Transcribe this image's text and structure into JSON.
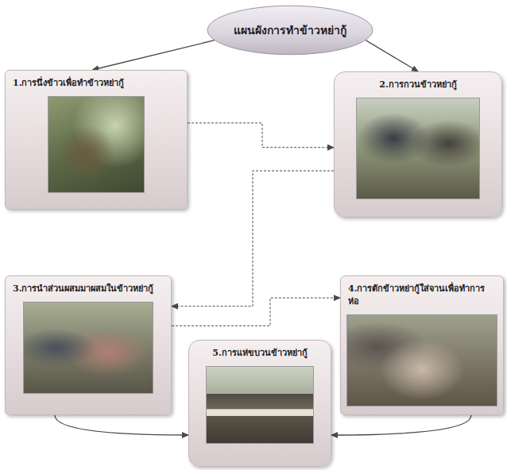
{
  "diagram": {
    "nodes": [
      {
        "text": [
          "แผนผังการทำข้าวหย่ากู้"
        ]
      },
      {
        "text": [
          "1.การนึ่งข้าวเพื่อทำข้าวหย่ากู้"
        ]
      },
      {
        "text": [
          "2.การกวนข้าวหย่ากู้"
        ]
      },
      {
        "text": [
          "3.การนำส่วนผสมมาผสมในข้าวหย่ากู้"
        ]
      },
      {
        "text": [
          "4.การตักข้าวหย่ากู้ใส่จานเพื่อทำการห่อ"
        ]
      },
      {
        "text": [
          "5.การแห่ขบวนข้าวหย่ากู้"
        ]
      }
    ],
    "edges": [
      {
        "from": 0,
        "to": 1,
        "arrow": "to"
      },
      {
        "from": 0,
        "to": 2,
        "arrow": "to"
      },
      {
        "from": 1,
        "to": 2,
        "arrow": "to"
      },
      {
        "from": 2,
        "to": 3,
        "arrow": "to"
      },
      {
        "from": 3,
        "to": 4,
        "arrow": "to"
      },
      {
        "from": 3,
        "to": 5,
        "arrow": "to"
      },
      {
        "from": 4,
        "to": 5,
        "arrow": "to"
      }
    ]
  }
}
